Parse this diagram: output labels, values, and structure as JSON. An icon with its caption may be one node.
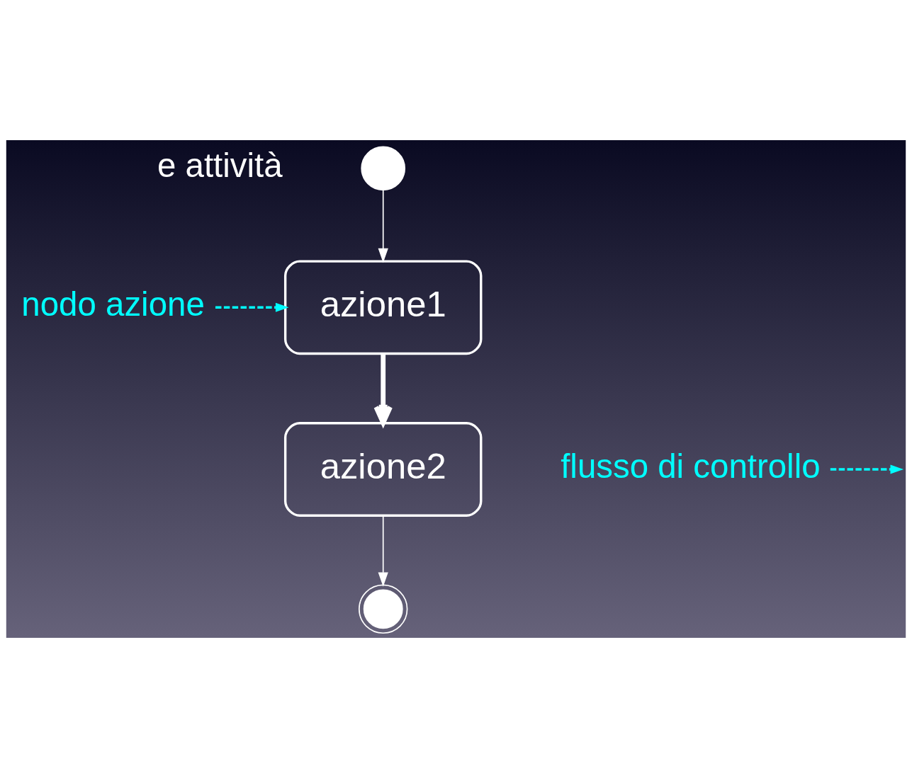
{
  "diagram": {
    "nodes": [
      {
        "text": [],
        "shape": "circle"
      },
      {
        "text": [
          "azione1"
        ]
      },
      {
        "text": [
          "azione2"
        ]
      },
      {
        "text": [],
        "shape": "circle"
      },
      {
        "text": [
          "nodo azione"
        ]
      },
      {
        "text": [
          "flusso di controllo"
        ]
      }
    ],
    "edges": [
      {
        "from": 0,
        "to": 1,
        "arrow": "to"
      },
      {
        "from": 1,
        "to": 2,
        "arrow": "to",
        "style": "thick"
      },
      {
        "from": 2,
        "to": 3,
        "arrow": "to"
      },
      {
        "from": 4,
        "to": 1,
        "arrow": "to",
        "style": "dashed",
        "color": "#00ffff"
      },
      {
        "from": 5,
        "to": null,
        "arrow": "to",
        "style": "dashed",
        "color": "#00ffff"
      }
    ],
    "labels": [
      "e attività"
    ]
  }
}
